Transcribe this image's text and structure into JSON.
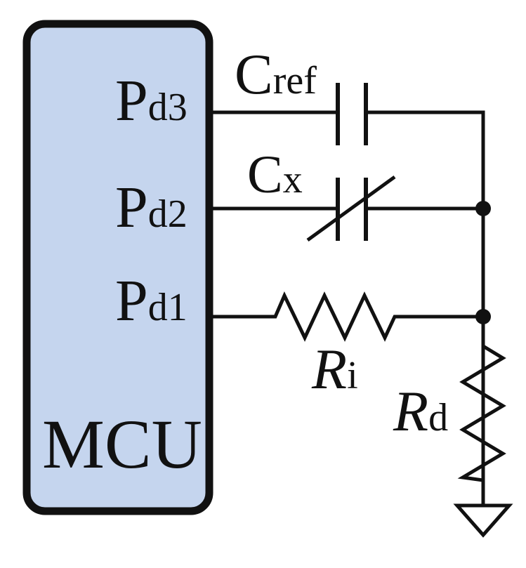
{
  "mcu": {
    "label": "MCU",
    "fill_color": "#c5d5ee",
    "stroke_color": "#111111"
  },
  "pins": {
    "p3": {
      "main": "P",
      "sub": "d3"
    },
    "p2": {
      "main": "P",
      "sub": "d2"
    },
    "p1": {
      "main": "P",
      "sub": "d1"
    }
  },
  "components": {
    "cref": {
      "main": "C",
      "sub": "ref"
    },
    "cx": {
      "main": "C",
      "sub": "x"
    },
    "ri": {
      "main": "R",
      "sub": "i"
    },
    "rd": {
      "main": "R",
      "sub": "d"
    }
  },
  "icons": {
    "ground": "ground-triangle-icon",
    "junction": "junction-dot-icon"
  }
}
